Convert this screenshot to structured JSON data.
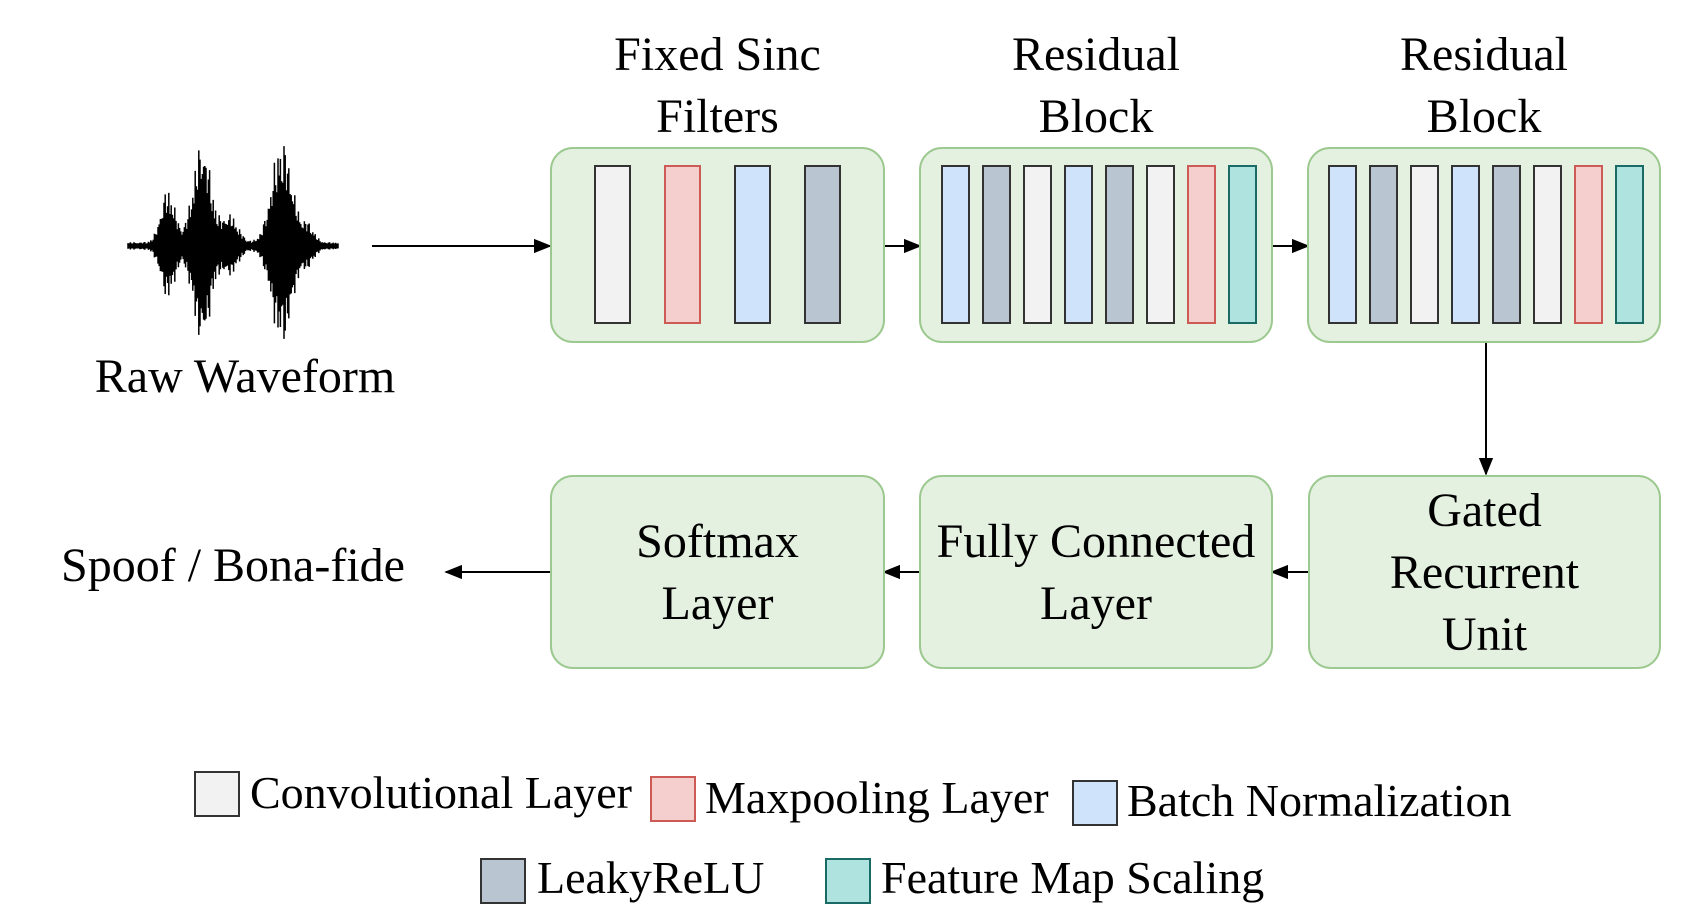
{
  "colors": {
    "block_fill": "#e4f0e0",
    "block_stroke": "#9cc98f",
    "conv": {
      "fill": "#f2f2f2",
      "stroke": "#333333"
    },
    "maxpool": {
      "fill": "#f4cfcd",
      "stroke": "#cc5b55"
    },
    "batchnorm": {
      "fill": "#cfe3fa",
      "stroke": "#333333"
    },
    "leakyrelu": {
      "fill": "#b9c6d2",
      "stroke": "#333333"
    },
    "fms": {
      "fill": "#aee3df",
      "stroke": "#1a6b66"
    }
  },
  "input": {
    "label": "Raw Waveform"
  },
  "output": {
    "label": "Spoof / Bona-fide"
  },
  "blocks": [
    {
      "id": "sinc",
      "title_lines": [
        "Fixed Sinc",
        "Filters"
      ],
      "layers": [
        "conv",
        "maxpool",
        "batchnorm",
        "leakyrelu"
      ]
    },
    {
      "id": "res1",
      "title_lines": [
        "Residual",
        "Block"
      ],
      "layers": [
        "batchnorm",
        "leakyrelu",
        "conv",
        "batchnorm",
        "leakyrelu",
        "conv",
        "maxpool",
        "fms"
      ]
    },
    {
      "id": "res2",
      "title_lines": [
        "Residual",
        "Block"
      ],
      "layers": [
        "batchnorm",
        "leakyrelu",
        "conv",
        "batchnorm",
        "leakyrelu",
        "conv",
        "maxpool",
        "fms"
      ]
    },
    {
      "id": "gru",
      "lines": [
        "Gated",
        "Recurrent",
        "Unit"
      ]
    },
    {
      "id": "fc",
      "lines": [
        "Fully Connected",
        "Layer"
      ]
    },
    {
      "id": "softmax",
      "lines": [
        "Softmax",
        "Layer"
      ]
    }
  ],
  "legend": [
    {
      "key": "conv",
      "label": "Convolutional Layer"
    },
    {
      "key": "maxpool",
      "label": "Maxpooling Layer"
    },
    {
      "key": "batchnorm",
      "label": "Batch Normalization"
    },
    {
      "key": "leakyrelu",
      "label": "LeakyReLU"
    },
    {
      "key": "fms",
      "label": "Feature Map Scaling"
    }
  ]
}
